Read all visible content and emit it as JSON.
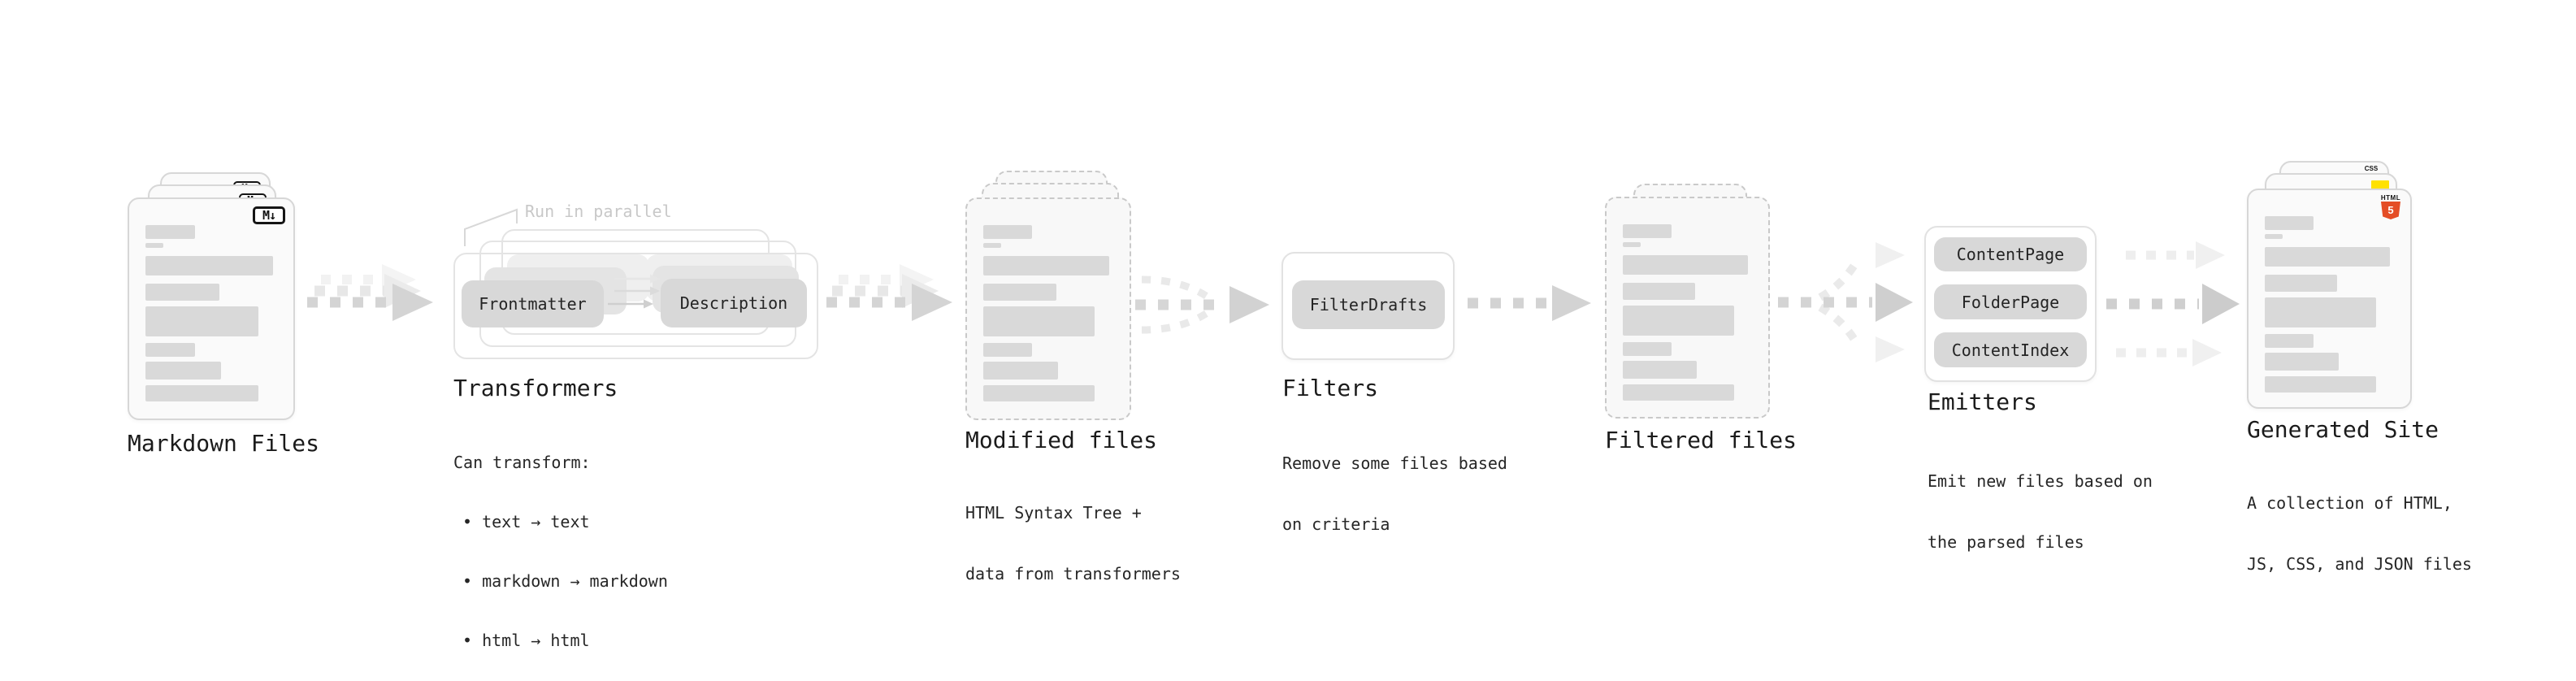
{
  "stages": {
    "markdown": {
      "title": "Markdown Files",
      "file_badge": "M↓"
    },
    "transformers": {
      "title": "Transformers",
      "annotation": "Run in parallel",
      "input_pill": "Frontmatter",
      "output_pill": "Description",
      "desc_heading": "Can transform:",
      "bullets": [
        "• text → text",
        "• markdown → markdown",
        "• html → html"
      ]
    },
    "modified": {
      "title": "Modified files",
      "desc": [
        "HTML Syntax Tree +",
        "data from transformers"
      ]
    },
    "filters": {
      "title": "Filters",
      "pill": "FilterDrafts",
      "desc": [
        "Remove some files based",
        "on criteria"
      ]
    },
    "filtered": {
      "title": "Filtered files"
    },
    "emitters": {
      "title": "Emitters",
      "pills": [
        "ContentPage",
        "FolderPage",
        "ContentIndex"
      ],
      "desc": [
        "Emit new files based on",
        "the parsed files"
      ]
    },
    "generated": {
      "title": "Generated Site",
      "badges": {
        "html_label": "HTML",
        "html_number": "5",
        "css_label": "CSS"
      },
      "desc": [
        "A collection of HTML,",
        "JS, CSS, and JSON files"
      ]
    }
  },
  "colors": {
    "html5_orange": "#e44d26",
    "js_yellow": "#ffe100",
    "css_blue": "#2965f1"
  }
}
